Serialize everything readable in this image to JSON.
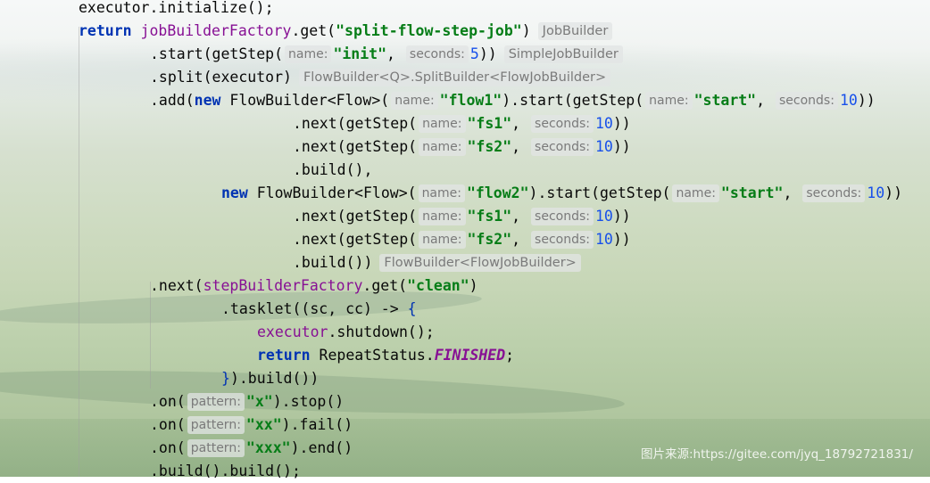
{
  "editor": {
    "lines": [
      {
        "indent": 88,
        "tokens": [
          {
            "t": "executor.initialize();",
            "c": ""
          }
        ]
      },
      {
        "indent": 88,
        "tokens": [
          {
            "t": "return ",
            "c": "kw"
          },
          {
            "t": "jobBuilderFactory",
            "c": "field-ref"
          },
          {
            "t": ".get(",
            "c": ""
          },
          {
            "t": "\"split-flow-step-job\"",
            "c": "str"
          },
          {
            "t": ")",
            "c": ""
          },
          {
            "hint": "JobBuilder",
            "type": "type"
          }
        ]
      },
      {
        "indent": 168,
        "tokens": [
          {
            "t": ".start(getStep(",
            "c": ""
          },
          {
            "hint": "name:",
            "type": "param"
          },
          {
            "t": "\"init\"",
            "c": "str"
          },
          {
            "t": ", ",
            "c": ""
          },
          {
            "hint": "seconds:",
            "type": "param"
          },
          {
            "t": "5",
            "c": "num"
          },
          {
            "t": "))",
            "c": ""
          },
          {
            "hint": "SimpleJobBuilder",
            "type": "type"
          }
        ]
      },
      {
        "indent": 168,
        "tokens": [
          {
            "t": ".split(executor)",
            "c": ""
          },
          {
            "hint": "FlowBuilder<Q>.SplitBuilder<FlowJobBuilder>",
            "type": "type"
          }
        ]
      },
      {
        "indent": 168,
        "tokens": [
          {
            "t": ".add(",
            "c": ""
          },
          {
            "t": "new ",
            "c": "kw"
          },
          {
            "t": "FlowBuilder<Flow>(",
            "c": ""
          },
          {
            "hint": "name:",
            "type": "param"
          },
          {
            "t": "\"flow1\"",
            "c": "str"
          },
          {
            "t": ").start(getStep(",
            "c": ""
          },
          {
            "hint": "name:",
            "type": "param"
          },
          {
            "t": "\"start\"",
            "c": "str"
          },
          {
            "t": ", ",
            "c": ""
          },
          {
            "hint": "seconds:",
            "type": "param"
          },
          {
            "t": "10",
            "c": "num"
          },
          {
            "t": "))",
            "c": ""
          }
        ]
      },
      {
        "indent": 328,
        "tokens": [
          {
            "t": ".next(getStep(",
            "c": ""
          },
          {
            "hint": "name:",
            "type": "param"
          },
          {
            "t": "\"fs1\"",
            "c": "str"
          },
          {
            "t": ", ",
            "c": ""
          },
          {
            "hint": "seconds:",
            "type": "param"
          },
          {
            "t": "10",
            "c": "num"
          },
          {
            "t": "))",
            "c": ""
          }
        ]
      },
      {
        "indent": 328,
        "tokens": [
          {
            "t": ".next(getStep(",
            "c": ""
          },
          {
            "hint": "name:",
            "type": "param"
          },
          {
            "t": "\"fs2\"",
            "c": "str"
          },
          {
            "t": ", ",
            "c": ""
          },
          {
            "hint": "seconds:",
            "type": "param"
          },
          {
            "t": "10",
            "c": "num"
          },
          {
            "t": "))",
            "c": ""
          }
        ]
      },
      {
        "indent": 328,
        "tokens": [
          {
            "t": ".build(),",
            "c": ""
          }
        ]
      },
      {
        "indent": 248,
        "tokens": [
          {
            "t": "new ",
            "c": "kw"
          },
          {
            "t": "FlowBuilder<Flow>(",
            "c": ""
          },
          {
            "hint": "name:",
            "type": "param"
          },
          {
            "t": "\"flow2\"",
            "c": "str"
          },
          {
            "t": ").start(getStep(",
            "c": ""
          },
          {
            "hint": "name:",
            "type": "param"
          },
          {
            "t": "\"start\"",
            "c": "str"
          },
          {
            "t": ", ",
            "c": ""
          },
          {
            "hint": "seconds:",
            "type": "param"
          },
          {
            "t": "10",
            "c": "num"
          },
          {
            "t": "))",
            "c": ""
          }
        ]
      },
      {
        "indent": 328,
        "tokens": [
          {
            "t": ".next(getStep(",
            "c": ""
          },
          {
            "hint": "name:",
            "type": "param"
          },
          {
            "t": "\"fs1\"",
            "c": "str"
          },
          {
            "t": ", ",
            "c": ""
          },
          {
            "hint": "seconds:",
            "type": "param"
          },
          {
            "t": "10",
            "c": "num"
          },
          {
            "t": "))",
            "c": ""
          }
        ]
      },
      {
        "indent": 328,
        "tokens": [
          {
            "t": ".next(getStep(",
            "c": ""
          },
          {
            "hint": "name:",
            "type": "param"
          },
          {
            "t": "\"fs2\"",
            "c": "str"
          },
          {
            "t": ", ",
            "c": ""
          },
          {
            "hint": "seconds:",
            "type": "param"
          },
          {
            "t": "10",
            "c": "num"
          },
          {
            "t": "))",
            "c": ""
          }
        ]
      },
      {
        "indent": 328,
        "tokens": [
          {
            "t": ".build())",
            "c": ""
          },
          {
            "hint": "FlowBuilder<FlowJobBuilder>",
            "type": "type"
          }
        ]
      },
      {
        "indent": 168,
        "tokens": [
          {
            "t": ".next(",
            "c": ""
          },
          {
            "t": "stepBuilderFactory",
            "c": "field-ref"
          },
          {
            "t": ".get(",
            "c": ""
          },
          {
            "t": "\"clean\"",
            "c": "str"
          },
          {
            "t": ")",
            "c": ""
          }
        ]
      },
      {
        "indent": 248,
        "tokens": [
          {
            "t": ".tasklet((sc, cc) -> ",
            "c": ""
          },
          {
            "t": "{",
            "c": "brace"
          }
        ]
      },
      {
        "indent": 288,
        "tokens": [
          {
            "t": "executor",
            "c": "field-ref"
          },
          {
            "t": ".shutdown();",
            "c": ""
          }
        ]
      },
      {
        "indent": 288,
        "tokens": [
          {
            "t": "return ",
            "c": "kw"
          },
          {
            "t": "RepeatStatus.",
            "c": ""
          },
          {
            "t": "FINISHED",
            "c": "const"
          },
          {
            "t": ";",
            "c": ""
          }
        ]
      },
      {
        "indent": 248,
        "tokens": [
          {
            "t": "}",
            "c": "brace"
          },
          {
            "t": ").build())",
            "c": ""
          }
        ]
      },
      {
        "indent": 168,
        "tokens": [
          {
            "t": ".on(",
            "c": ""
          },
          {
            "hint": "pattern:",
            "type": "param"
          },
          {
            "t": "\"x\"",
            "c": "str"
          },
          {
            "t": ").stop()",
            "c": ""
          }
        ]
      },
      {
        "indent": 168,
        "tokens": [
          {
            "t": ".on(",
            "c": ""
          },
          {
            "hint": "pattern:",
            "type": "param"
          },
          {
            "t": "\"xx\"",
            "c": "str"
          },
          {
            "t": ").fail()",
            "c": ""
          }
        ]
      },
      {
        "indent": 168,
        "tokens": [
          {
            "t": ".on(",
            "c": ""
          },
          {
            "hint": "pattern:",
            "type": "param"
          },
          {
            "t": "\"xxx\"",
            "c": "str"
          },
          {
            "t": ").end()",
            "c": ""
          }
        ]
      },
      {
        "indent": 168,
        "tokens": [
          {
            "t": ".build().build();",
            "c": ""
          }
        ]
      }
    ]
  },
  "watermark": "图片来源:https://gitee.com/jyq_18792721831/"
}
